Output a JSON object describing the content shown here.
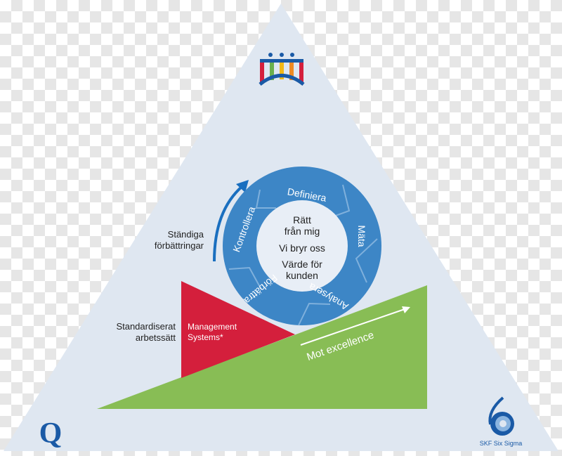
{
  "cycle": {
    "steps": [
      "Definiera",
      "Mäta",
      "Analysera",
      "Förbättra",
      "Kontrollera"
    ],
    "center": {
      "line1": "Rätt",
      "line2": "från mig",
      "line3": "Vi bryr oss",
      "line4": "Värde för",
      "line5": "kunden"
    }
  },
  "labels": {
    "continuous_1": "Ständiga",
    "continuous_2": "förbättringar",
    "standard_1": "Standardiserat",
    "standard_2": "arbetssätt",
    "mgmt_1": "Management",
    "mgmt_2": "Systems*",
    "excellence": "Mot excellence"
  },
  "logos": {
    "q": "Q",
    "skf": "SKF Six Sigma"
  },
  "colors": {
    "triangle": "#dfe7f1",
    "ring": "#3d86c6",
    "red": "#d41f3c",
    "green": "#88bd55",
    "navy": "#1a5aa6"
  }
}
